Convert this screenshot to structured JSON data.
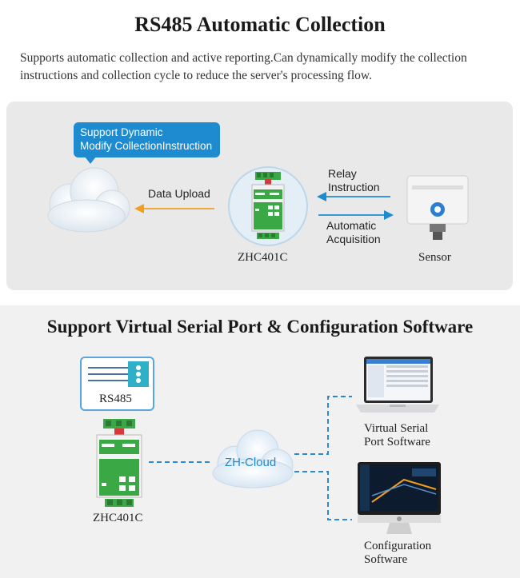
{
  "section1": {
    "title": "RS485 Automatic Collection",
    "description": "Supports automatic collection and active reporting.Can dynamically modify the collection instructions and collection cycle to reduce the server's processing flow.",
    "callout_line1": "Support Dynamic",
    "callout_line2": "Modify CollectionInstruction",
    "data_upload": "Data Upload",
    "relay_line1": "Relay",
    "relay_line2": "Instruction",
    "auto_line1": "Automatic",
    "auto_line2": "Acquisition",
    "device_label": "ZHC401C",
    "sensor_label": "Sensor"
  },
  "section2": {
    "title": "Support Virtual Serial Port & Configuration Software",
    "rs485_label": "RS485",
    "device_label": "ZHC401C",
    "cloud_label": "ZH-Cloud",
    "vsp_line1": "Virtual Serial",
    "vsp_line2": "Port Software",
    "cfg_line1": "Configuration",
    "cfg_line2": "Software"
  },
  "colors": {
    "accent_blue": "#1e8bd0",
    "arrow_orange": "#f0a020",
    "device_green": "#3aa845",
    "panel_gray": "#e9e9e9"
  }
}
